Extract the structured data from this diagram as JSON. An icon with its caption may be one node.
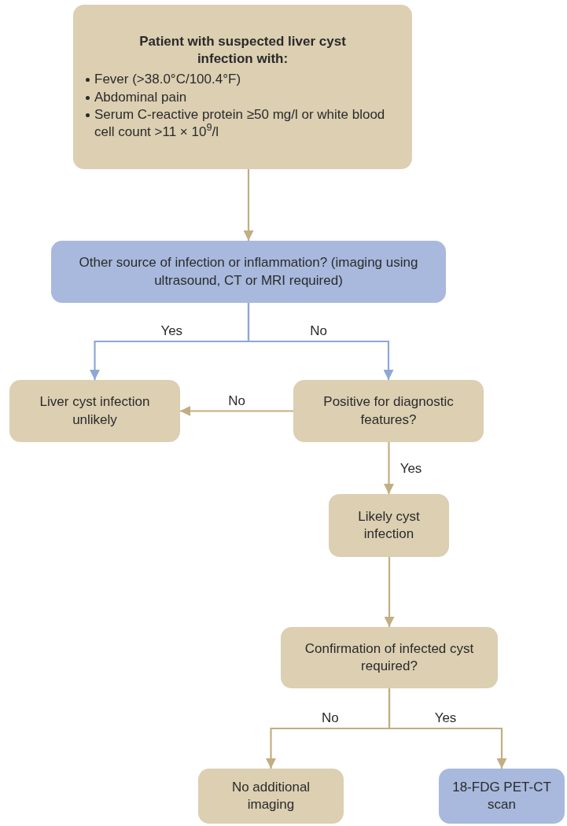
{
  "diagram": {
    "nodes": [
      {
        "text": [
          "Patient with suspected liver cyst infection with:",
          "Fever (>38.0°C/100.4°F)",
          "Abdominal pain",
          "Serum C-reactive protein ≥50 mg/l or white blood cell count >11 × 10$^{9}$/l"
        ]
      },
      {
        "text": [
          "Other source of infection or inflammation? (imaging using ultrasound, CT or MRI required)"
        ]
      },
      {
        "text": [
          "Liver cyst infection unlikely"
        ]
      },
      {
        "text": [
          "Positive for diagnostic features?"
        ]
      },
      {
        "text": [
          "Likely cyst infection"
        ]
      },
      {
        "text": [
          "Confirmation of infected cyst required?"
        ]
      },
      {
        "text": [
          "No additional imaging"
        ]
      },
      {
        "text": [
          "18-FDG PET-CT scan"
        ]
      }
    ],
    "edges": [
      {
        "from": 0,
        "to": 1,
        "arrow": "to"
      },
      {
        "from": 1,
        "to": 2,
        "arrow": "to",
        "label": "Yes",
        "color": "#8ea7d6"
      },
      {
        "from": 1,
        "to": 3,
        "arrow": "to",
        "label": "No",
        "color": "#8ea7d6"
      },
      {
        "from": 3,
        "to": 2,
        "arrow": "to",
        "label": "No"
      },
      {
        "from": 3,
        "to": 4,
        "arrow": "to",
        "label": "Yes"
      },
      {
        "from": 4,
        "to": 5,
        "arrow": "to"
      },
      {
        "from": 5,
        "to": 6,
        "arrow": "to",
        "label": "No"
      },
      {
        "from": 5,
        "to": 7,
        "arrow": "to",
        "label": "Yes"
      }
    ]
  }
}
